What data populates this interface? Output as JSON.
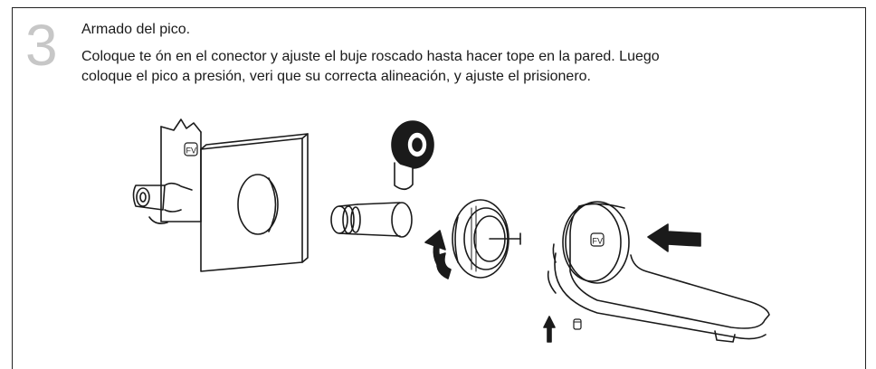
{
  "step": {
    "number": "3",
    "title": "Armado del pico.",
    "line1": "Coloque te   ón en el conector y ajuste el buje roscado hasta hacer tope en la pared. Luego",
    "line2": "coloque el pico a presión, veri   que su correcta alineación, y ajuste el prisionero."
  },
  "illustration": {
    "logo_mark": "FV"
  }
}
